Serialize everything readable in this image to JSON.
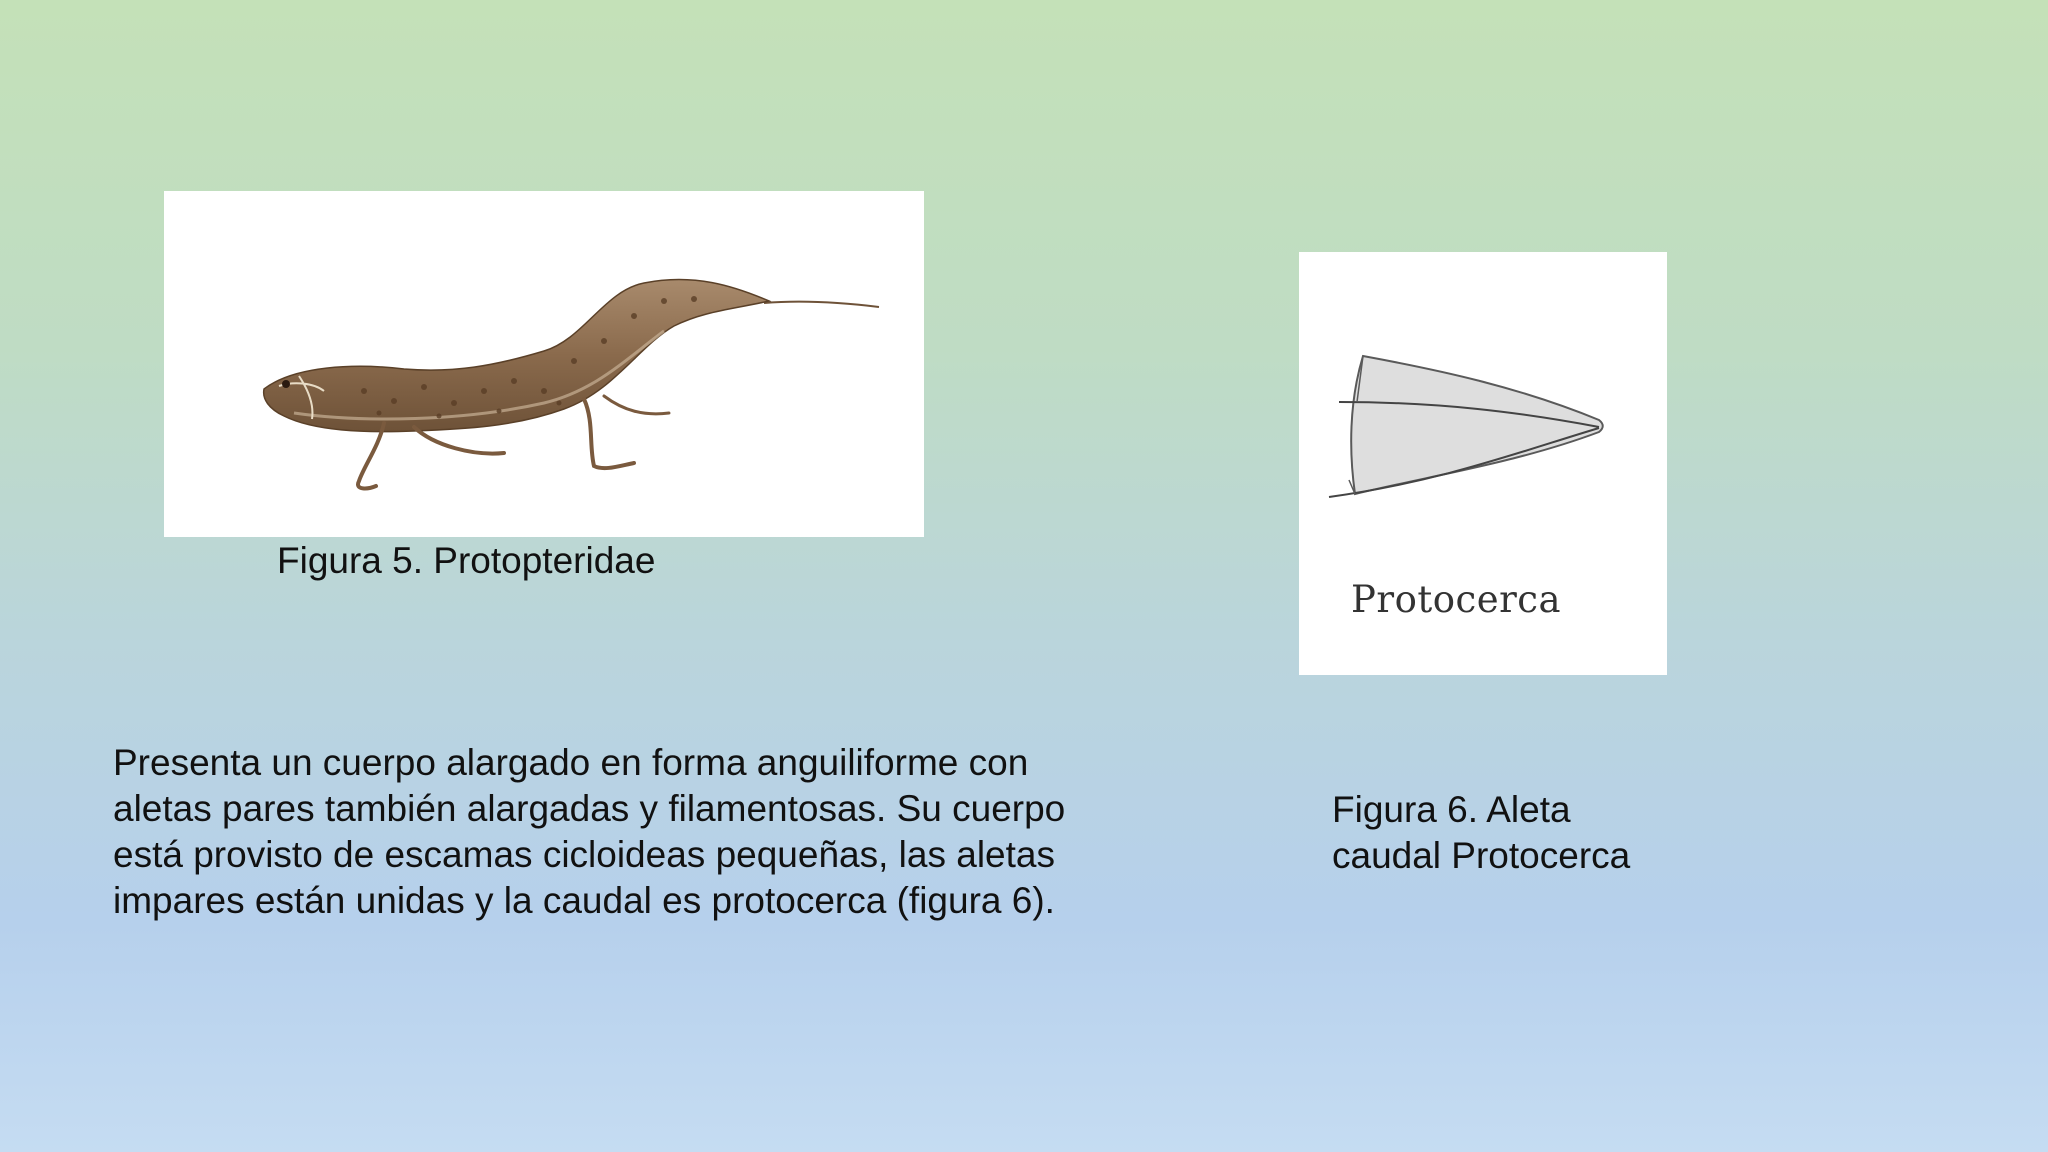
{
  "figure5": {
    "caption": "Figura 5. Protopteridae"
  },
  "figure6": {
    "label": "Protocerca",
    "caption": "Figura 6. Aleta caudal Protocerca"
  },
  "body": {
    "text": "Presenta un cuerpo alargado en forma anguiliforme con aletas pares también alargadas y filamentosas. Su cuerpo está provisto de escamas cicloideas pequeñas, las aletas impares están unidas y la caudal es protocerca (figura 6)."
  }
}
